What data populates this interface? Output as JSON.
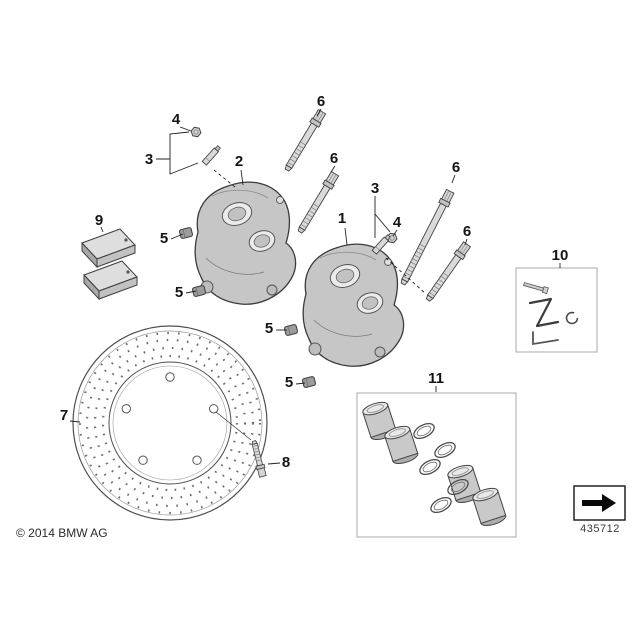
{
  "footer": {
    "copyright": "© 2014 BMW AG",
    "part_number": "435712"
  },
  "callouts": [
    "4",
    "3",
    "2",
    "6",
    "6",
    "3",
    "4",
    "1",
    "6",
    "6",
    "9",
    "5",
    "5",
    "5",
    "5",
    "10",
    "7",
    "8",
    "11"
  ]
}
